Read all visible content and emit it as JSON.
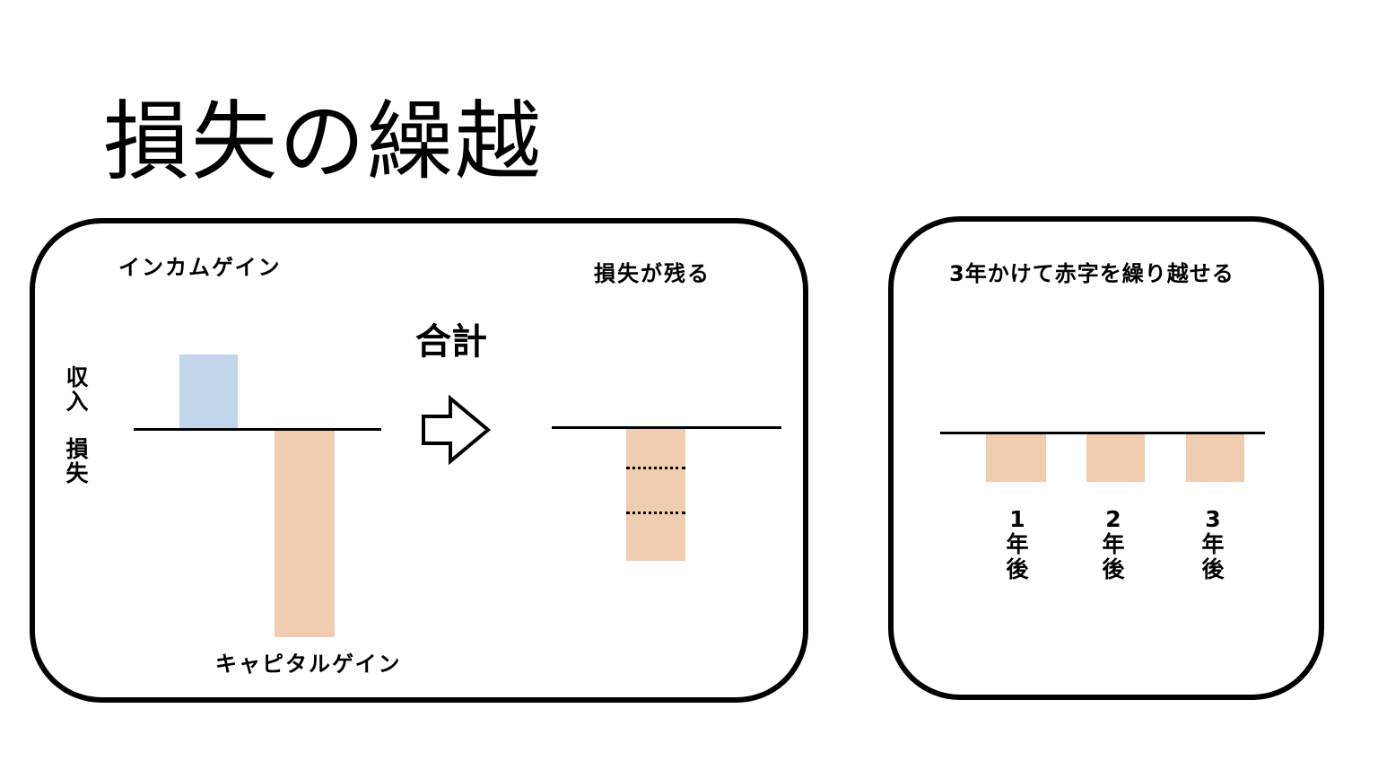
{
  "title": "損失の繰越",
  "left_panel": {
    "income_gain_label": "インカムゲイン",
    "loss_remains_label": "損失が残る",
    "total_label": "合計",
    "axis_income_label": "収入",
    "axis_loss_label": "損失",
    "capital_gain_label": "キャピタルゲイン"
  },
  "right_panel": {
    "title": "3年かけて赤字を繰り越せる",
    "years": [
      {
        "num": "1",
        "unit": "年",
        "suffix": "後"
      },
      {
        "num": "2",
        "unit": "年",
        "suffix": "後"
      },
      {
        "num": "3",
        "unit": "年",
        "suffix": "後"
      }
    ]
  },
  "colors": {
    "income": "#c2d6ec",
    "loss": "#f1cdb0"
  }
}
